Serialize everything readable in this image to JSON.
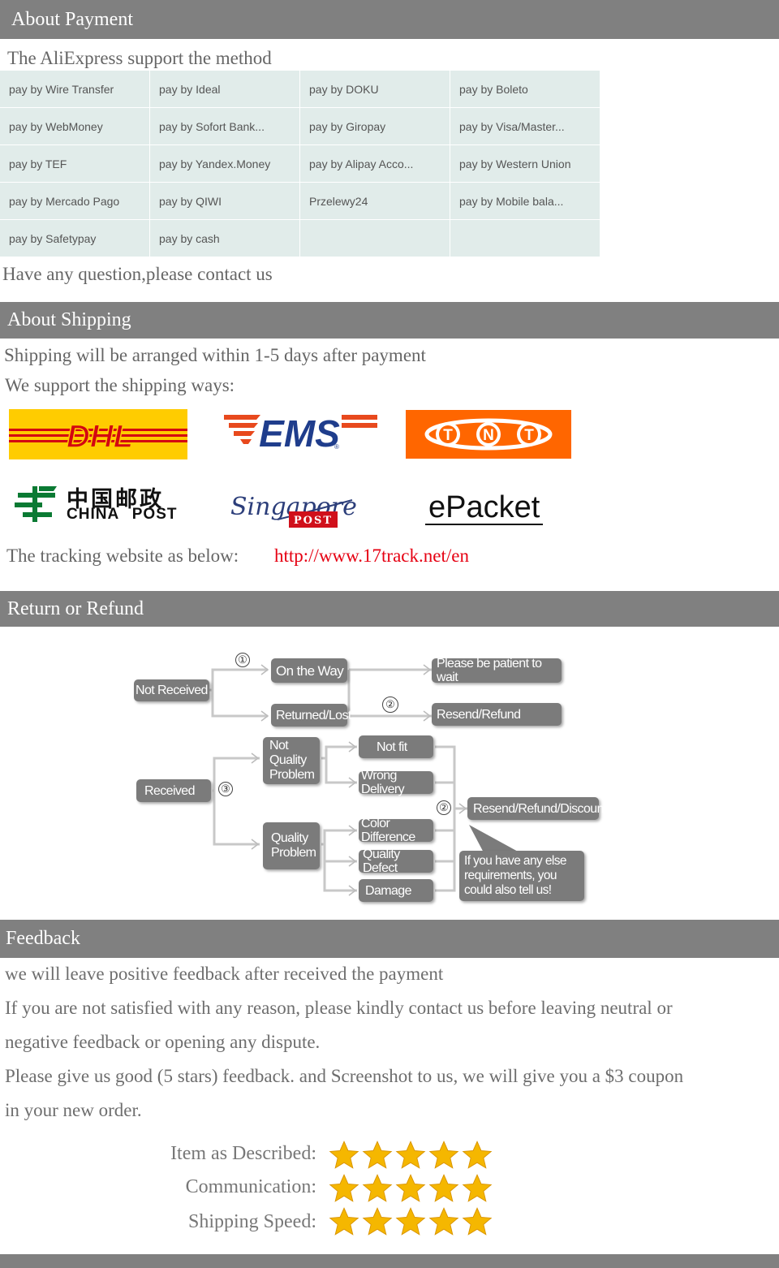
{
  "payment": {
    "header": "About Payment",
    "intro": "The AliExpress support the method",
    "methods": [
      [
        "pay by Wire Transfer",
        "pay by Ideal",
        "pay by DOKU",
        "pay by Boleto"
      ],
      [
        "pay by WebMoney",
        "pay by Sofort Bank...",
        "pay by Giropay",
        "pay by Visa/Master..."
      ],
      [
        "pay by TEF",
        "pay by Yandex.Money",
        "pay by Alipay Acco...",
        "pay by Western Union"
      ],
      [
        "pay by Mercado Pago",
        "pay by QIWI",
        "Przelewy24",
        "pay by Mobile bala..."
      ],
      [
        "pay by Safetypay",
        "pay by cash",
        "",
        ""
      ]
    ],
    "contact": "Have any question,please contact us"
  },
  "shipping": {
    "header": "About Shipping",
    "line1": "Shipping will be arranged within 1-5 days after payment",
    "line2": "We support the shipping ways:",
    "logos": {
      "dhl": "DHL",
      "ems": "EMS",
      "tnt": "TNT",
      "china_post_cn": "中国邮政",
      "china_post_en": "CHINA POST",
      "singapore": "Singapore",
      "singapore_post": "POST",
      "epacket": "ePacket"
    },
    "tracking_label": "The tracking website as below:",
    "tracking_url": "http://www.17track.net/en"
  },
  "refund": {
    "header": "Return or Refund",
    "nodes": {
      "not_received": "Not Received",
      "on_the_way": "On the Way",
      "returned_lost": "Returned/Lost",
      "please_wait": "Please be patient to wait",
      "resend_refund": "Resend/Refund",
      "received": "Received",
      "not_quality": "Not Quality Problem",
      "quality": "Quality Problem",
      "not_fit": "Not fit",
      "wrong_delivery": "Wrong Delivery",
      "color_diff": "Color Difference",
      "quality_defect": "Quality Defect",
      "damage": "Damage",
      "resend_refund_discount": "Resend/Refund/Discount",
      "else_req": "If you have any else requirements, you could also tell us!"
    },
    "markers": {
      "one": "①",
      "two": "②",
      "three": "③"
    }
  },
  "feedback": {
    "header": "Feedback",
    "line1": "we will leave positive feedback after received the payment",
    "line2": "If you are not satisfied with any reason, please kindly contact us before leaving neutral or",
    "line3": "negative feedback or opening any dispute.",
    "line4": "Please give us good (5 stars) feedback. and Screenshot to us, we will give you a $3 coupon",
    "line5": "in your new order.",
    "ratings": [
      {
        "label": "Item as Described:",
        "stars": 5
      },
      {
        "label": "Communication:",
        "stars": 5
      },
      {
        "label": "Shipping Speed:",
        "stars": 5
      }
    ]
  },
  "colors": {
    "bar": "#808080",
    "grid": "#e1ecea",
    "link": "#e60012",
    "dhl_yellow": "#ffcc00",
    "dhl_red": "#d40511",
    "tnt_orange": "#ff6600",
    "ems_blue": "#1f3d8c",
    "star": "#f5b700"
  }
}
